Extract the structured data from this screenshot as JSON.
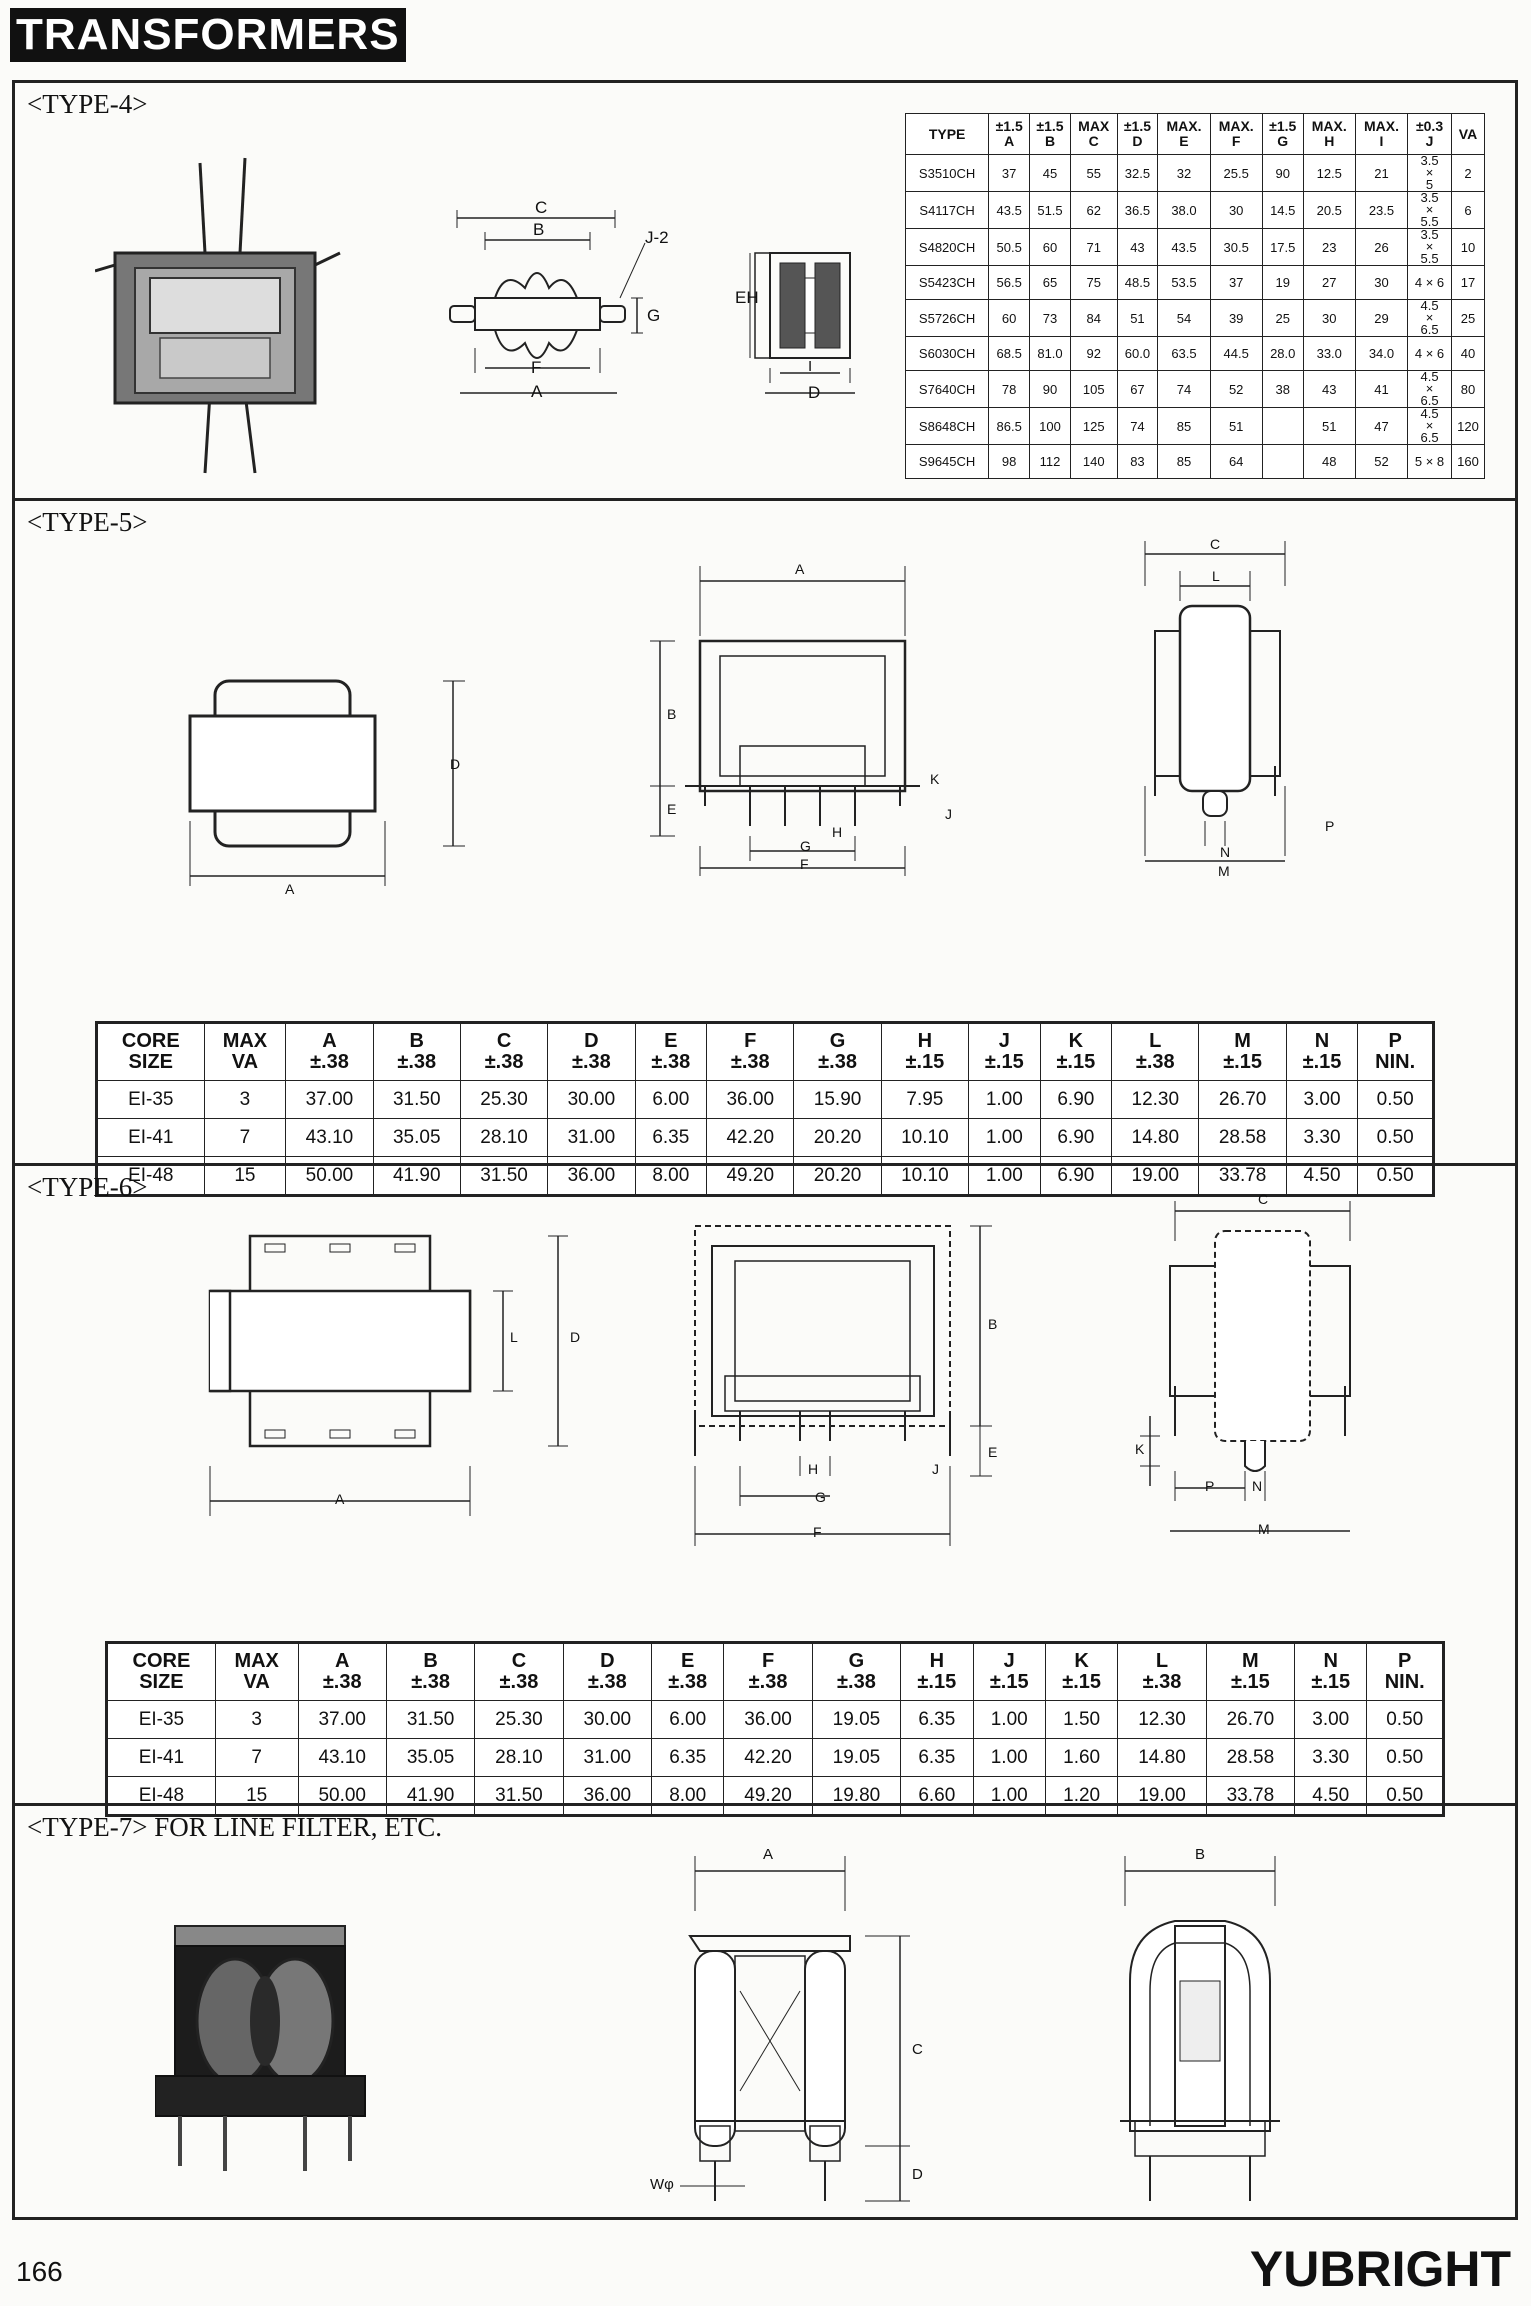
{
  "header": {
    "title": "TRANSFORMERS"
  },
  "type4": {
    "title": "<TYPE-4>",
    "labels": {
      "c": "C",
      "b": "B",
      "j2": "J-2",
      "g": "G",
      "f": "F",
      "a": "A",
      "eh": "EH",
      "i": "I",
      "d": "D"
    },
    "table": {
      "headers": [
        {
          "top": "",
          "bottom": "TYPE"
        },
        {
          "top": "±1.5",
          "bottom": "A"
        },
        {
          "top": "±1.5",
          "bottom": "B"
        },
        {
          "top": "MAX",
          "bottom": "C"
        },
        {
          "top": "±1.5",
          "bottom": "D"
        },
        {
          "top": "MAX.",
          "bottom": "E"
        },
        {
          "top": "MAX.",
          "bottom": "F"
        },
        {
          "top": "±1.5",
          "bottom": "G"
        },
        {
          "top": "MAX.",
          "bottom": "H"
        },
        {
          "top": "MAX.",
          "bottom": "I"
        },
        {
          "top": "±0.3",
          "bottom": "J"
        },
        {
          "top": "",
          "bottom": "VA"
        }
      ],
      "rows": [
        [
          "S3510CH",
          "37",
          "45",
          "55",
          "32.5",
          "32",
          "25.5",
          "90",
          "12.5",
          "21",
          "3.5|×|5",
          "2"
        ],
        [
          "S4117CH",
          "43.5",
          "51.5",
          "62",
          "36.5",
          "38.0",
          "30",
          "14.5",
          "20.5",
          "23.5",
          "3.5|×|5.5",
          "6"
        ],
        [
          "S4820CH",
          "50.5",
          "60",
          "71",
          "43",
          "43.5",
          "30.5",
          "17.5",
          "23",
          "26",
          "3.5|×|5.5",
          "10"
        ],
        [
          "S5423CH",
          "56.5",
          "65",
          "75",
          "48.5",
          "53.5",
          "37",
          "19",
          "27",
          "30",
          "4 × 6",
          "17"
        ],
        [
          "S5726CH",
          "60",
          "73",
          "84",
          "51",
          "54",
          "39",
          "25",
          "30",
          "29",
          "4.5|×|6.5",
          "25"
        ],
        [
          "S6030CH",
          "68.5",
          "81.0",
          "92",
          "60.0",
          "63.5",
          "44.5",
          "28.0",
          "33.0",
          "34.0",
          "4 × 6",
          "40"
        ],
        [
          "S7640CH",
          "78",
          "90",
          "105",
          "67",
          "74",
          "52",
          "38",
          "43",
          "41",
          "4.5|×|6.5",
          "80"
        ],
        [
          "S8648CH",
          "86.5",
          "100",
          "125",
          "74",
          "85",
          "51",
          "",
          "51",
          "47",
          "4.5|×|6.5",
          "120"
        ],
        [
          "S9645CH",
          "98",
          "112",
          "140",
          "83",
          "85",
          "64",
          "",
          "48",
          "52",
          "5 × 8",
          "160"
        ]
      ]
    }
  },
  "type5": {
    "title": "<TYPE-5>",
    "labels": {
      "d": "D",
      "a": "A",
      "b": "B",
      "e": "E",
      "k": "K",
      "j": "J",
      "h": "H",
      "g": "G",
      "f": "F",
      "c": "C",
      "l": "L",
      "p": "P",
      "n": "N",
      "m": "M"
    },
    "table": {
      "headers": [
        {
          "top": "CORE",
          "bottom": "SIZE"
        },
        {
          "top": "MAX",
          "bottom": "VA"
        },
        {
          "top": "A",
          "bottom": "±.38"
        },
        {
          "top": "B",
          "bottom": "±.38"
        },
        {
          "top": "C",
          "bottom": "±.38"
        },
        {
          "top": "D",
          "bottom": "±.38"
        },
        {
          "top": "E",
          "bottom": "±.38"
        },
        {
          "top": "F",
          "bottom": "±.38"
        },
        {
          "top": "G",
          "bottom": "±.38"
        },
        {
          "top": "H",
          "bottom": "±.15"
        },
        {
          "top": "J",
          "bottom": "±.15"
        },
        {
          "top": "K",
          "bottom": "±.15"
        },
        {
          "top": "L",
          "bottom": "±.38"
        },
        {
          "top": "M",
          "bottom": "±.15"
        },
        {
          "top": "N",
          "bottom": "±.15"
        },
        {
          "top": "P",
          "bottom": "NIN."
        }
      ],
      "rows": [
        [
          "EI-35",
          "3",
          "37.00",
          "31.50",
          "25.30",
          "30.00",
          "6.00",
          "36.00",
          "15.90",
          "7.95",
          "1.00",
          "6.90",
          "12.30",
          "26.70",
          "3.00",
          "0.50"
        ],
        [
          "EI-41",
          "7",
          "43.10",
          "35.05",
          "28.10",
          "31.00",
          "6.35",
          "42.20",
          "20.20",
          "10.10",
          "1.00",
          "6.90",
          "14.80",
          "28.58",
          "3.30",
          "0.50"
        ],
        [
          "EI-48",
          "15",
          "50.00",
          "41.90",
          "31.50",
          "36.00",
          "8.00",
          "49.20",
          "20.20",
          "10.10",
          "1.00",
          "6.90",
          "19.00",
          "33.78",
          "4.50",
          "0.50"
        ]
      ]
    }
  },
  "type6": {
    "title": "<TYPE-6>",
    "labels": {
      "l": "L",
      "d": "D",
      "a": "A",
      "b": "B",
      "e": "E",
      "h": "H",
      "j": "J",
      "g": "G",
      "f": "F",
      "c": "C",
      "k": "K",
      "p": "P",
      "n": "N",
      "m": "M"
    },
    "table": {
      "headers": [
        {
          "top": "CORE",
          "bottom": "SIZE"
        },
        {
          "top": "MAX",
          "bottom": "VA"
        },
        {
          "top": "A",
          "bottom": "±.38"
        },
        {
          "top": "B",
          "bottom": "±.38"
        },
        {
          "top": "C",
          "bottom": "±.38"
        },
        {
          "top": "D",
          "bottom": "±.38"
        },
        {
          "top": "E",
          "bottom": "±.38"
        },
        {
          "top": "F",
          "bottom": "±.38"
        },
        {
          "top": "G",
          "bottom": "±.38"
        },
        {
          "top": "H",
          "bottom": "±.15"
        },
        {
          "top": "J",
          "bottom": "±.15"
        },
        {
          "top": "K",
          "bottom": "±.15"
        },
        {
          "top": "L",
          "bottom": "±.38"
        },
        {
          "top": "M",
          "bottom": "±.15"
        },
        {
          "top": "N",
          "bottom": "±.15"
        },
        {
          "top": "P",
          "bottom": "NIN."
        }
      ],
      "rows": [
        [
          "EI-35",
          "3",
          "37.00",
          "31.50",
          "25.30",
          "30.00",
          "6.00",
          "36.00",
          "19.05",
          "6.35",
          "1.00",
          "1.50",
          "12.30",
          "26.70",
          "3.00",
          "0.50"
        ],
        [
          "EI-41",
          "7",
          "43.10",
          "35.05",
          "28.10",
          "31.00",
          "6.35",
          "42.20",
          "19.05",
          "6.35",
          "1.00",
          "1.60",
          "14.80",
          "28.58",
          "3.30",
          "0.50"
        ],
        [
          "EI-48",
          "15",
          "50.00",
          "41.90",
          "31.50",
          "36.00",
          "8.00",
          "49.20",
          "19.80",
          "6.60",
          "1.00",
          "1.20",
          "19.00",
          "33.78",
          "4.50",
          "0.50"
        ]
      ]
    }
  },
  "type7": {
    "title": "<TYPE-7> FOR LINE FILTER, ETC.",
    "labels": {
      "a": "A",
      "c": "C",
      "d": "D",
      "w": "Wφ",
      "b": "B"
    }
  },
  "footer": {
    "page_number": "166",
    "brand": "YUBRIGHT"
  }
}
